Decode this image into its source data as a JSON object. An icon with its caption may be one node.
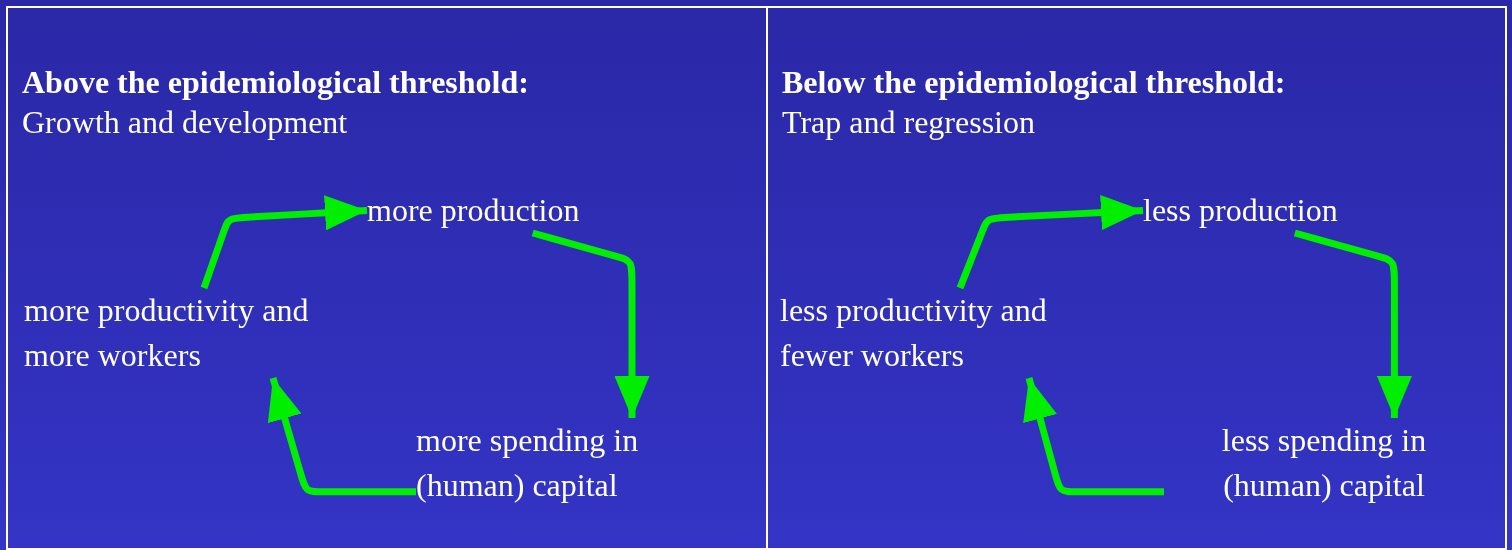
{
  "diagram": {
    "nodes": [
      {
        "text": [
          "Above the epidemiological threshold:",
          "Growth and development"
        ]
      },
      {
        "text": [
          "more production"
        ],
        "in": 0
      },
      {
        "text": [
          "more spending in (human) capital"
        ],
        "in": 0
      },
      {
        "text": [
          "more productivity and more workers"
        ],
        "in": 0
      },
      {
        "text": [
          "Below the epidemiological threshold:",
          "Trap and regression"
        ]
      },
      {
        "text": [
          "less production"
        ],
        "in": 4
      },
      {
        "text": [
          "less spending in (human) capital"
        ],
        "in": 4
      },
      {
        "text": [
          "less productivity and fewer workers"
        ],
        "in": 4
      }
    ],
    "edges": [
      {
        "from": 3,
        "to": 1,
        "arrow": "to"
      },
      {
        "from": 1,
        "to": 2,
        "arrow": "to"
      },
      {
        "from": 2,
        "to": 3,
        "arrow": "to"
      },
      {
        "from": 7,
        "to": 5,
        "arrow": "to"
      },
      {
        "from": 5,
        "to": 6,
        "arrow": "to"
      },
      {
        "from": 6,
        "to": 7,
        "arrow": "to"
      }
    ]
  }
}
